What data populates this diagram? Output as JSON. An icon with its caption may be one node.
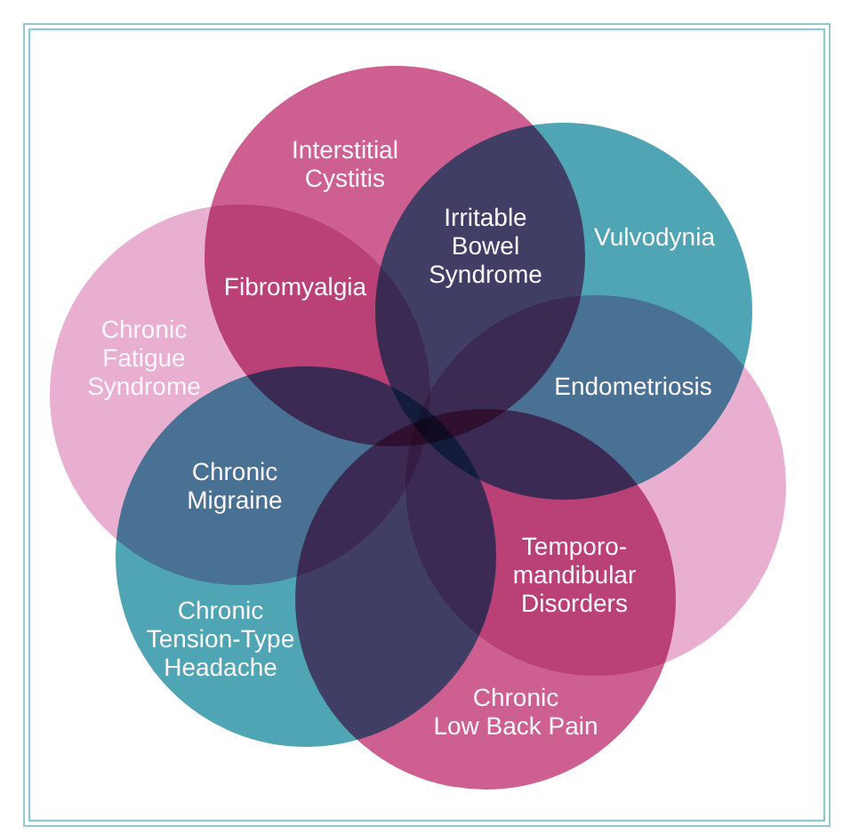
{
  "diagram": {
    "nodes": [
      {
        "text": [
          "Interstitial Cystitis"
        ]
      },
      {
        "text": [
          "Vulvodynia"
        ]
      },
      {
        "text": [
          "Chronic Fatigue Syndrome"
        ]
      },
      {
        "text": [],
        "shape": "circle"
      },
      {
        "text": [
          "Chronic Tension-Type Headache"
        ]
      },
      {
        "text": [
          "Chronic Low Back Pain"
        ]
      }
    ],
    "labels": [
      "Irritable Bowel Syndrome",
      "Fibromyalgia",
      "Endometriosis",
      "Chronic Migraine",
      "Temporo-mandibular Disorders"
    ]
  }
}
